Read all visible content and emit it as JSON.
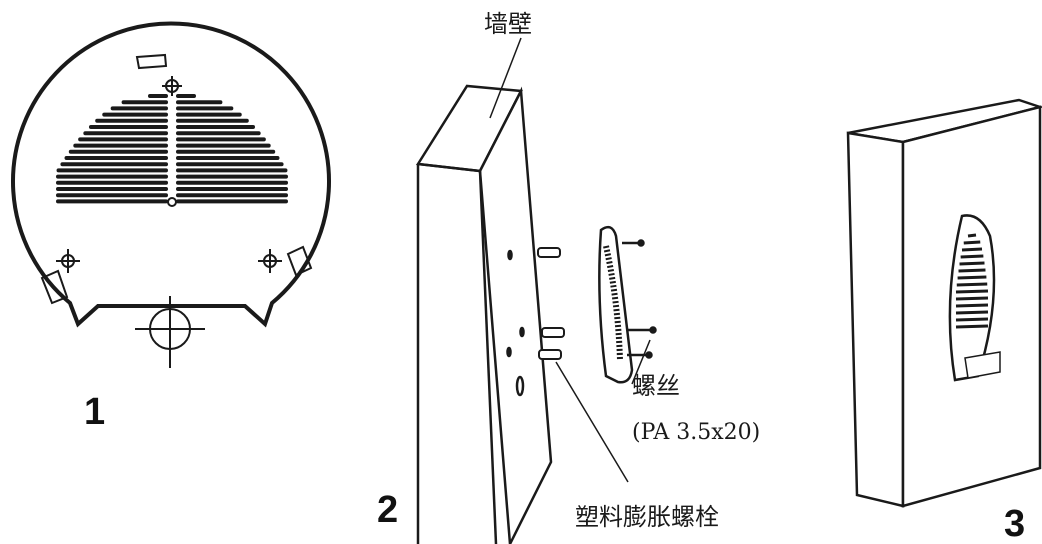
{
  "labels": {
    "wall": "墙壁",
    "screw": "螺丝",
    "screw_spec": "(PA 3.5x20)",
    "anchor": "塑料膨胀螺栓"
  },
  "steps": [
    "1",
    "2",
    "3"
  ],
  "colors": {
    "line": "#1a1a1a",
    "background": "#ffffff"
  }
}
